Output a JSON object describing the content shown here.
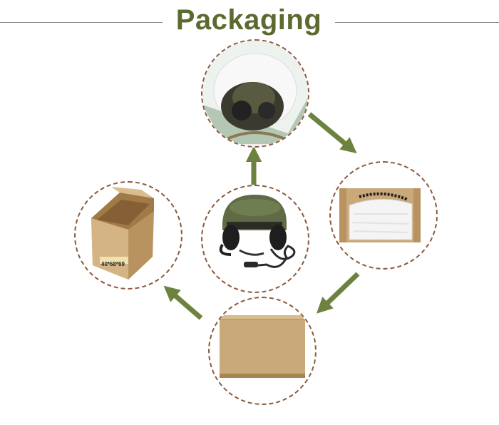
{
  "header": {
    "title": "Packaging"
  },
  "steps": [
    {
      "name": "helmet"
    },
    {
      "name": "helmet-in-bag"
    },
    {
      "name": "bag-in-box"
    },
    {
      "name": "closed-box"
    },
    {
      "name": "shipping-carton",
      "label": "40*68*69"
    }
  ],
  "colors": {
    "title": "#5b6b30",
    "arrow": "#6e8240",
    "circle_border": "#8b5a3c",
    "cardboard": "#c9a87a"
  }
}
